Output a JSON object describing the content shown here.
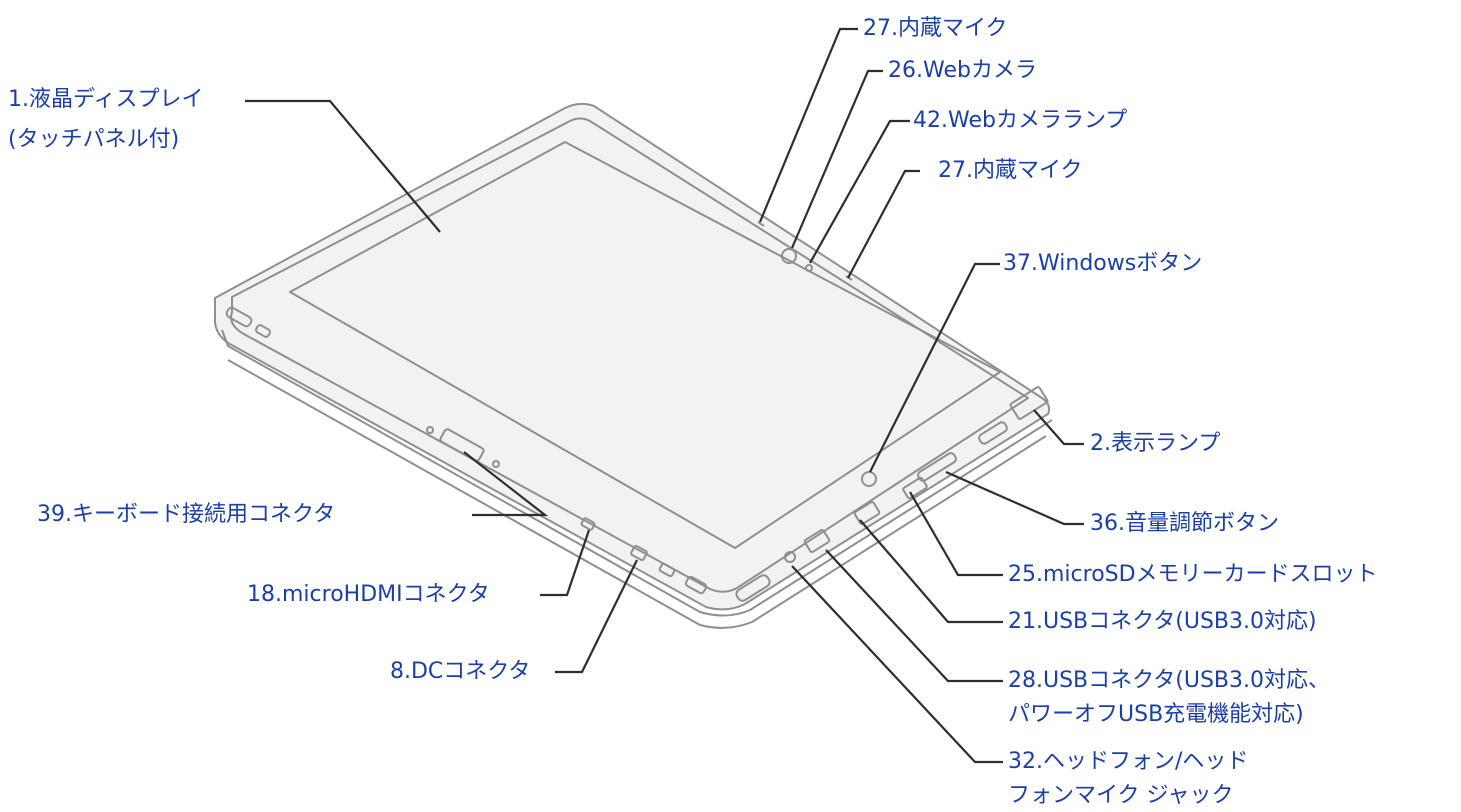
{
  "labels": {
    "lcd": {
      "line1": "1.液晶ディスプレイ",
      "line2": "(タッチパネル付)"
    },
    "mic_top": "27.内蔵マイク",
    "webcam": "26.Webカメラ",
    "webcam_lamp": "42.Webカメラランプ",
    "mic_right": "27.内蔵マイク",
    "windows_button": "37.Windowsボタン",
    "indicator": "2.表示ランプ",
    "volume": "36.音量調節ボタン",
    "microsd": "25.microSDメモリーカードスロット",
    "usb21": "21.USBコネクタ(USB3.0対応)",
    "usb28": {
      "line1": "28.USBコネクタ(USB3.0対応、",
      "line2": "パワーオフUSB充電機能対応)"
    },
    "headphone": {
      "line1": "32.ヘッドフォン/ヘッド",
      "line2": "フォンマイク ジャック"
    },
    "keyboard": "39.キーボード接続用コネクタ",
    "microhdmi": "18.microHDMIコネクタ",
    "dc": "8.DCコネクタ"
  }
}
